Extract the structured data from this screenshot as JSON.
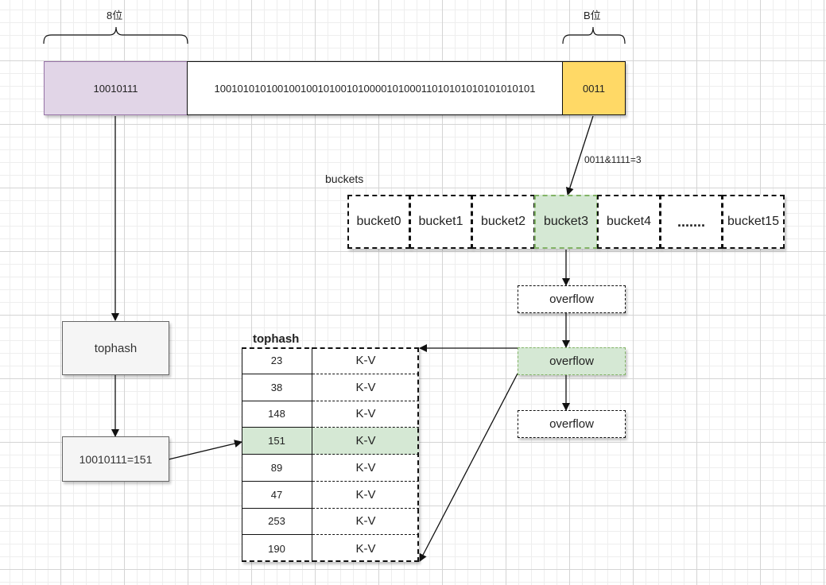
{
  "header_labels": {
    "top_bits": "8位",
    "low_bits": "B位"
  },
  "hash": {
    "high": "10010111",
    "middle": "10010101010010010010100101000010100011010101010101010101",
    "low": "0011"
  },
  "colors": {
    "purple": "#e1d5e7",
    "yellow": "#ffd966",
    "green": "#d5e8d4",
    "gray": "#f5f5f5"
  },
  "mask_label": "0011&1111=3",
  "buckets_label": "buckets",
  "buckets": [
    "bucket0",
    "bucket1",
    "bucket2",
    "bucket3",
    "bucket4",
    ".......",
    "bucket15"
  ],
  "overflows": [
    "overflow",
    "overflow",
    "overflow"
  ],
  "tophash_box": "tophash",
  "computed_value": "10010111=151",
  "table": {
    "header": "tophash",
    "rows": [
      {
        "hash": "23",
        "kv": "K-V"
      },
      {
        "hash": "38",
        "kv": "K-V"
      },
      {
        "hash": "148",
        "kv": "K-V"
      },
      {
        "hash": "151",
        "kv": "K-V"
      },
      {
        "hash": "89",
        "kv": "K-V"
      },
      {
        "hash": "47",
        "kv": "K-V"
      },
      {
        "hash": "253",
        "kv": "K-V"
      },
      {
        "hash": "190",
        "kv": "K-V"
      }
    ]
  }
}
